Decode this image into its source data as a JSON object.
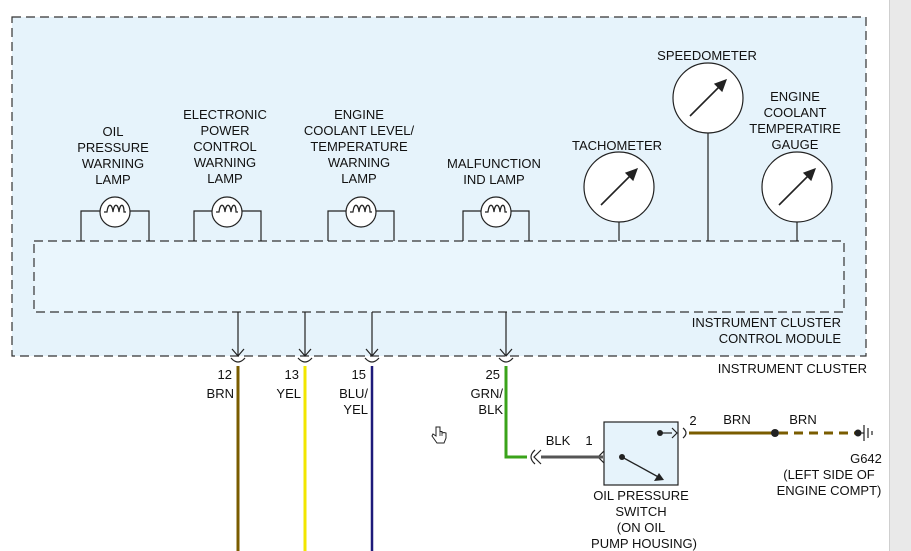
{
  "components": {
    "oil_lamp": [
      "OIL",
      "PRESSURE",
      "WARNING",
      "LAMP"
    ],
    "eps_lamp": [
      "ELECTRONIC",
      "POWER",
      "CONTROL",
      "WARNING",
      "LAMP"
    ],
    "coolant_lamp": [
      "ENGINE",
      "COOLANT LEVEL/",
      "TEMPERATURE",
      "WARNING",
      "LAMP"
    ],
    "mil_lamp": [
      "MALFUNCTION",
      "IND LAMP"
    ],
    "tachometer": [
      "TACHOMETER"
    ],
    "speedometer": [
      "SPEEDOMETER"
    ],
    "coolant_gauge": [
      "ENGINE",
      "COOLANT",
      "TEMPERATIRE",
      "GAUGE"
    ]
  },
  "module": {
    "line1": "INSTRUMENT CLUSTER",
    "line2": "CONTROL MODULE"
  },
  "cluster_label": "INSTRUMENT CLUSTER",
  "wires": [
    {
      "pin": "12",
      "color": [
        "BRN"
      ],
      "hex": "#7a5c00"
    },
    {
      "pin": "13",
      "color": [
        "YEL"
      ],
      "hex": "#f2e600"
    },
    {
      "pin": "15",
      "color": [
        "BLU/",
        "YEL"
      ],
      "hex": "#1e1a7a"
    },
    {
      "pin": "25",
      "color": [
        "GRN/",
        "BLK"
      ],
      "hex": "#3aa31a"
    }
  ],
  "switch": {
    "label": [
      "OIL PRESSURE",
      "SWITCH",
      "(ON OIL",
      "PUMP HOUSING)"
    ],
    "pin_in": "1",
    "pin_out": "2",
    "in_wire": "BLK",
    "out_wire_1": "BRN",
    "out_wire_2": "BRN"
  },
  "ground": {
    "id": "G642",
    "location": [
      "(LEFT SIDE OF",
      "ENGINE COMPT)"
    ]
  },
  "colors": {
    "cluster_fill": "#e6f3fb",
    "module_fill": "#eaf6fd",
    "brown": "#7a5c00",
    "black": "#444444",
    "green": "#3aa31a"
  }
}
